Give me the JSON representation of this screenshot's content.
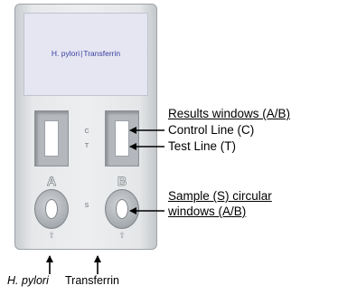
{
  "device": {
    "label": {
      "left": "H. pylori",
      "right": "Transferrin"
    },
    "window_marks": {
      "control": "C",
      "test": "T"
    },
    "sample_letters": {
      "a": "A",
      "b": "B",
      "s": "S"
    }
  },
  "annotations": {
    "results_windows": "Results windows (A/B)",
    "control_line": "Control Line (C)",
    "test_line": "Test Line (T)",
    "sample_line1": "Sample (S) circular",
    "sample_line2": "windows (A/B)"
  },
  "bottom_labels": {
    "a": "H. pylori",
    "b": "Transferrin"
  }
}
